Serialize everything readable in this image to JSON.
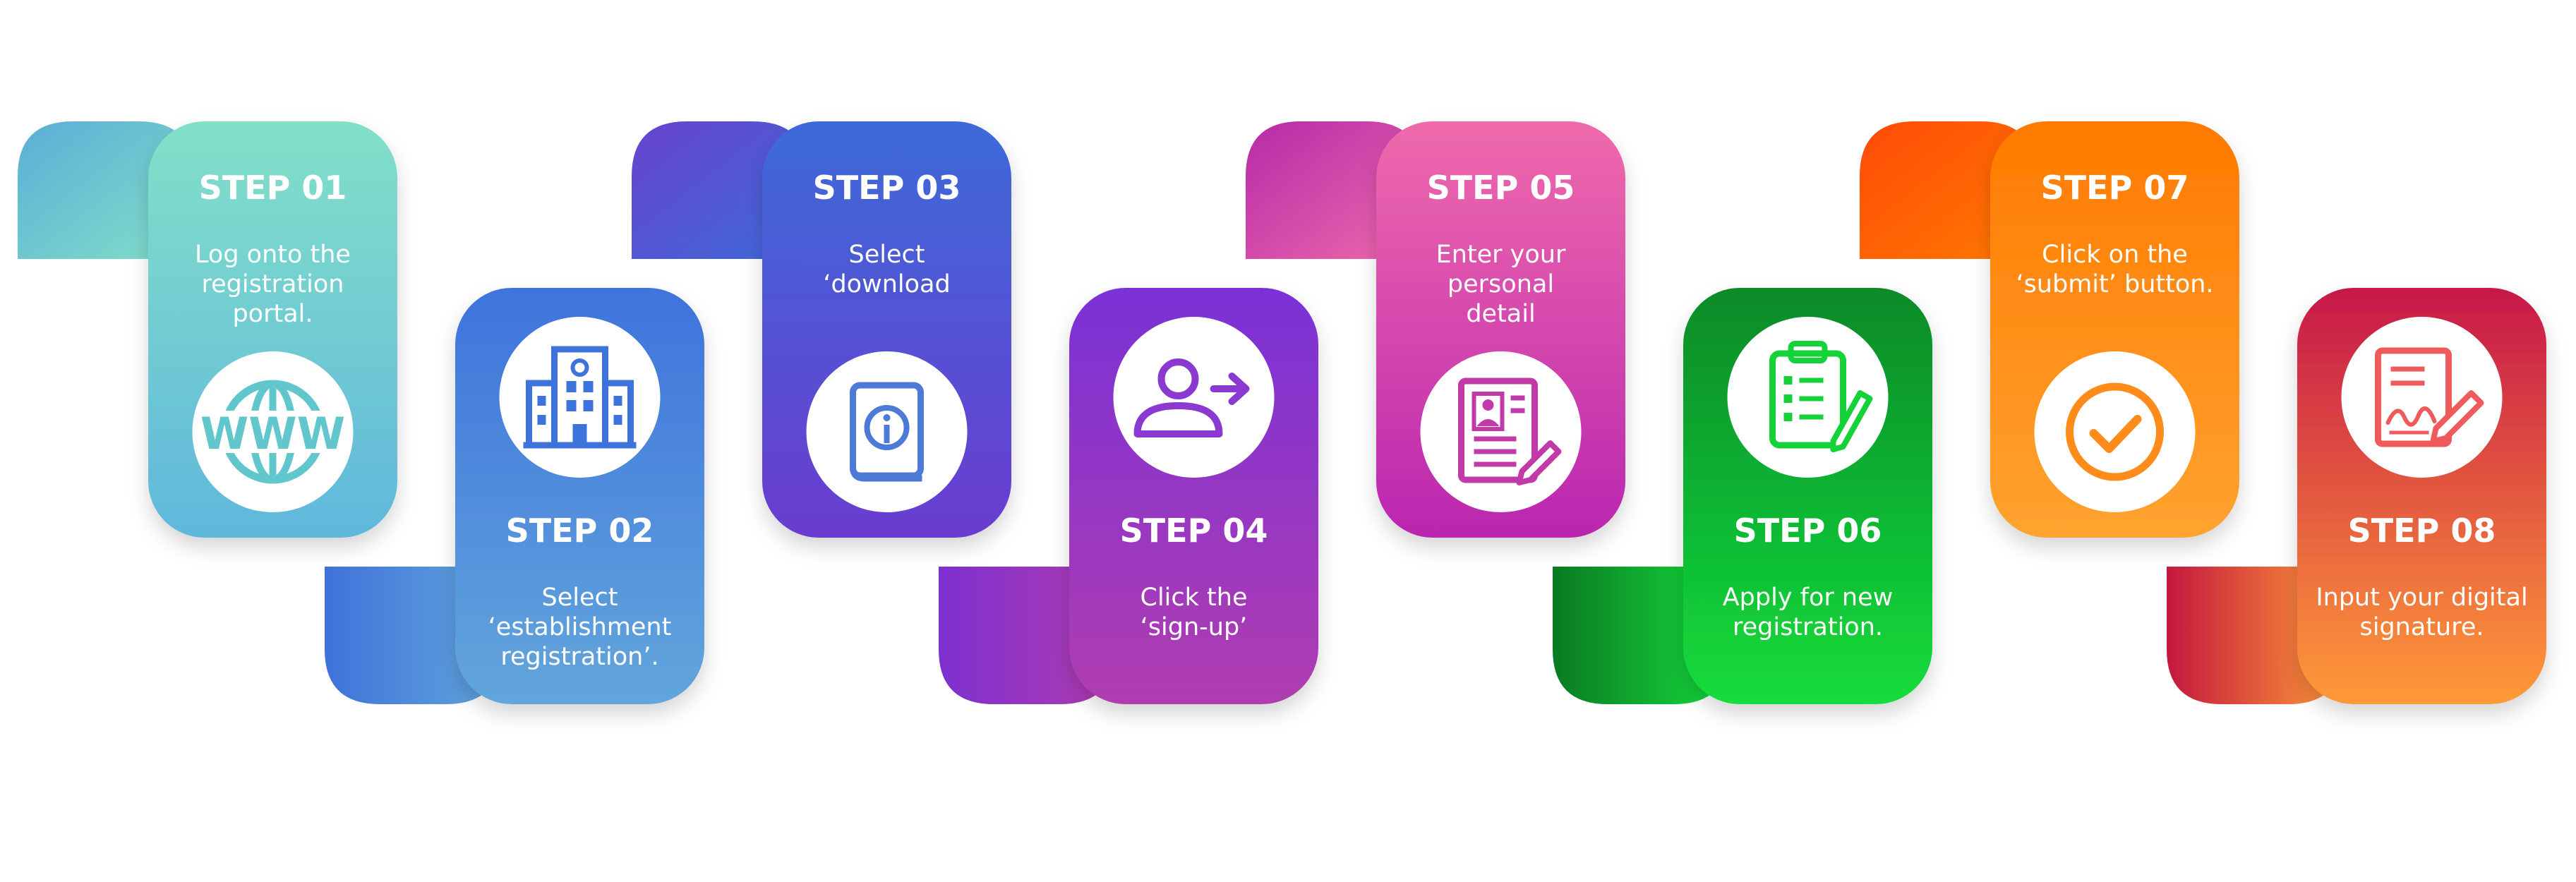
{
  "steps": [
    {
      "title": "STEP 01",
      "lines": [
        "Log onto the",
        "registration",
        "portal."
      ],
      "icon": "www-globe-icon",
      "colors": {
        "top": "#82e0c8",
        "bottom": "#60b8dc",
        "tab": "#5aaed6",
        "icon": "#62c7cd"
      }
    },
    {
      "title": "STEP 02",
      "lines": [
        "Select",
        "‘establishment",
        "registration’."
      ],
      "icon": "office-building-icon",
      "colors": {
        "top": "#3f73dc",
        "bottom": "#62a6dc",
        "tab": "#3f72da",
        "icon": "#3f73dc"
      }
    },
    {
      "title": "STEP 03",
      "lines": [
        "Select",
        "‘download"
      ],
      "icon": "info-book-icon",
      "colors": {
        "top": "#3d6ad8",
        "bottom": "#6a3cd0",
        "tab": "#6843cd",
        "icon": "#4d7ad6"
      }
    },
    {
      "title": "STEP 04",
      "lines": [
        "Click the",
        "‘sign-up’"
      ],
      "icon": "user-sign-up-icon",
      "colors": {
        "top": "#7a32d6",
        "bottom": "#b03cb0",
        "tab": "#7d30d0",
        "icon": "#8a3ad0"
      }
    },
    {
      "title": "STEP 05",
      "lines": [
        "Enter your",
        "personal",
        "detail"
      ],
      "icon": "personal-detail-form-icon",
      "colors": {
        "top": "#ef6aab",
        "bottom": "#ba26b0",
        "tab": "#b62aa8",
        "icon": "#c23aa8"
      }
    },
    {
      "title": "STEP 06",
      "lines": [
        "Apply for new",
        "registration."
      ],
      "icon": "clipboard-checklist-icon",
      "colors": {
        "top": "#0a8a28",
        "bottom": "#14dc3c",
        "tab": "#0a7a22",
        "icon": "#14d238"
      }
    },
    {
      "title": "STEP 07",
      "lines": [
        "Click on the",
        "‘submit’ button."
      ],
      "icon": "submit-check-icon",
      "colors": {
        "top": "#ff7a00",
        "bottom": "#ffa330",
        "tab": "#ff4a08",
        "icon": "#ff8c1a"
      }
    },
    {
      "title": "STEP 08",
      "lines": [
        "Input your digital",
        "signature."
      ],
      "icon": "digital-signature-icon",
      "colors": {
        "top": "#c71848",
        "bottom": "#ff9a38",
        "tab": "#c4183e",
        "icon": "#ef5a5a"
      }
    }
  ]
}
